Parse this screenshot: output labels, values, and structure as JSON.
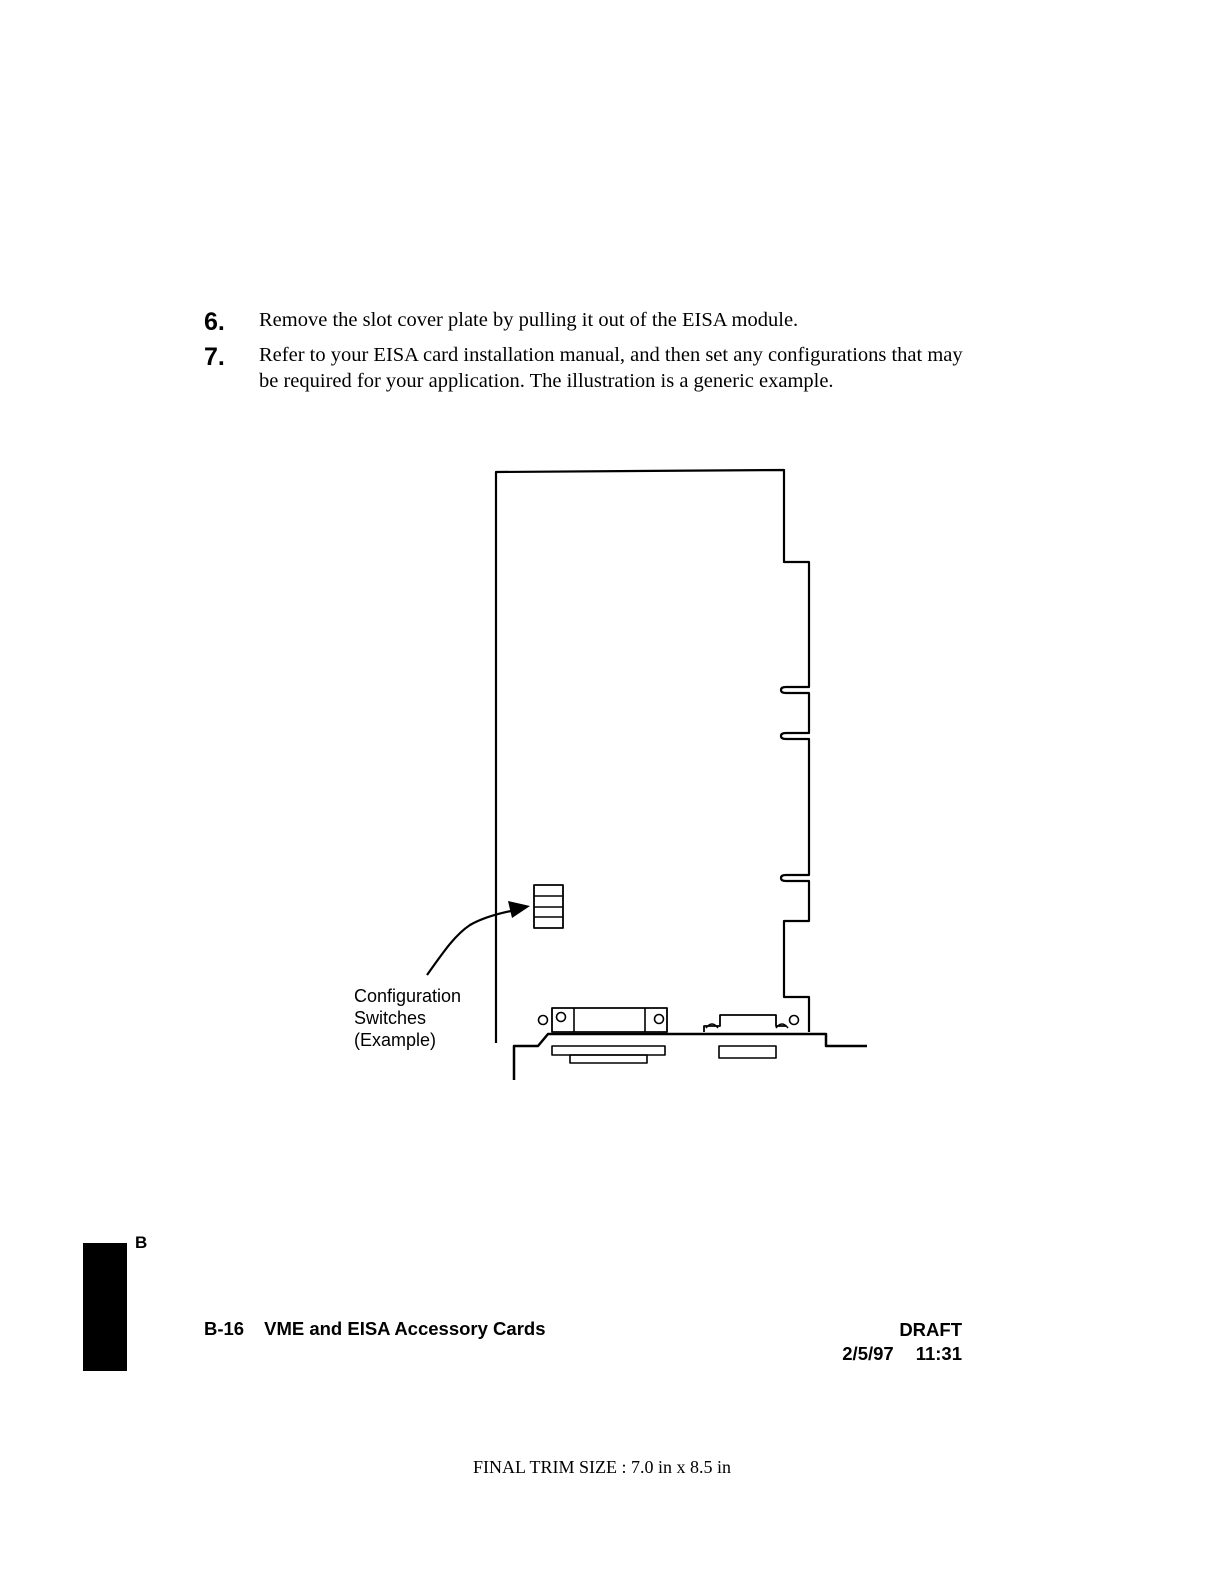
{
  "steps": [
    {
      "number": "6.",
      "text": "Remove the slot cover plate by pulling it out of the EISA module."
    },
    {
      "number": "7.",
      "text": "Refer to your EISA card installation manual, and then set any configurations that may be required for your application. The illustration is a generic example."
    }
  ],
  "figure": {
    "callout_lines": [
      "Configuration",
      "Switches",
      "(Example)"
    ]
  },
  "thumb_tab": {
    "letter": "B"
  },
  "footer": {
    "page": "B-16",
    "title": "VME and EISA Accessory Cards",
    "status": "DRAFT",
    "date": "2/5/97",
    "time": "11:31"
  },
  "trim": "FINAL TRIM SIZE : 7.0 in x 8.5 in"
}
